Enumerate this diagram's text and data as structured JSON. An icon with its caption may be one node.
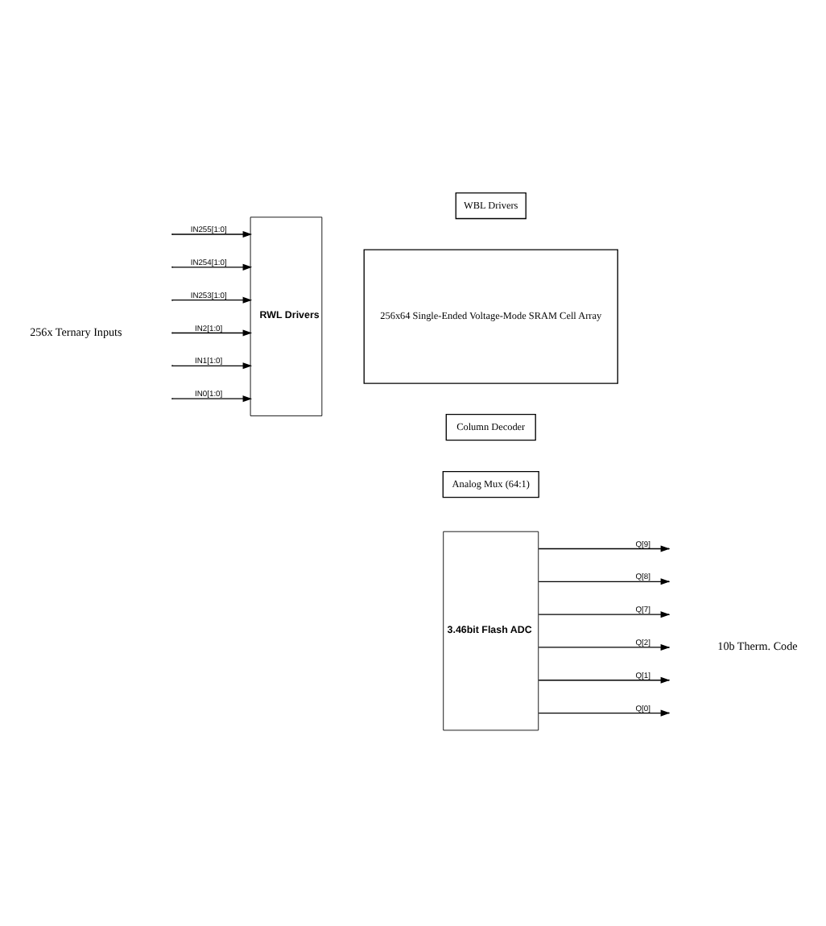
{
  "diagram": {
    "nodes": [
      {
        "text": [
          "WBL Drivers"
        ]
      },
      {
        "text": [
          "256x64 Single-Ended Voltage-Mode SRAM Cell Array"
        ]
      },
      {
        "text": [
          "RWL Drivers"
        ]
      },
      {
        "text": [
          "Column Decoder"
        ]
      },
      {
        "text": [
          "Analog Mux (64:1)"
        ]
      },
      {
        "text": [
          "3.46bit Flash ADC"
        ]
      }
    ],
    "edges": [
      {
        "from": null,
        "to": 2,
        "arrow": "to",
        "label": "IN255[1:0]"
      },
      {
        "from": null,
        "to": 2,
        "arrow": "to",
        "label": "IN254[1:0]"
      },
      {
        "from": null,
        "to": 2,
        "arrow": "to",
        "label": "IN253[1:0]"
      },
      {
        "from": null,
        "to": 2,
        "arrow": "to",
        "label": "IN2[1:0]"
      },
      {
        "from": null,
        "to": 2,
        "arrow": "to",
        "label": "IN1[1:0]"
      },
      {
        "from": null,
        "to": 2,
        "arrow": "to",
        "label": "IN0[1:0]"
      },
      {
        "from": 5,
        "to": null,
        "arrow": "to",
        "label": "Q[9]"
      },
      {
        "from": 5,
        "to": null,
        "arrow": "to",
        "label": "Q[8]"
      },
      {
        "from": 5,
        "to": null,
        "arrow": "to",
        "label": "Q[7]"
      },
      {
        "from": 5,
        "to": null,
        "arrow": "to",
        "label": "Q[2]"
      },
      {
        "from": 5,
        "to": null,
        "arrow": "to",
        "label": "Q[1]"
      },
      {
        "from": 5,
        "to": null,
        "arrow": "to",
        "label": "Q[0]"
      }
    ],
    "labels": [
      "256x Ternary Inputs",
      "10b Therm. Code"
    ]
  }
}
